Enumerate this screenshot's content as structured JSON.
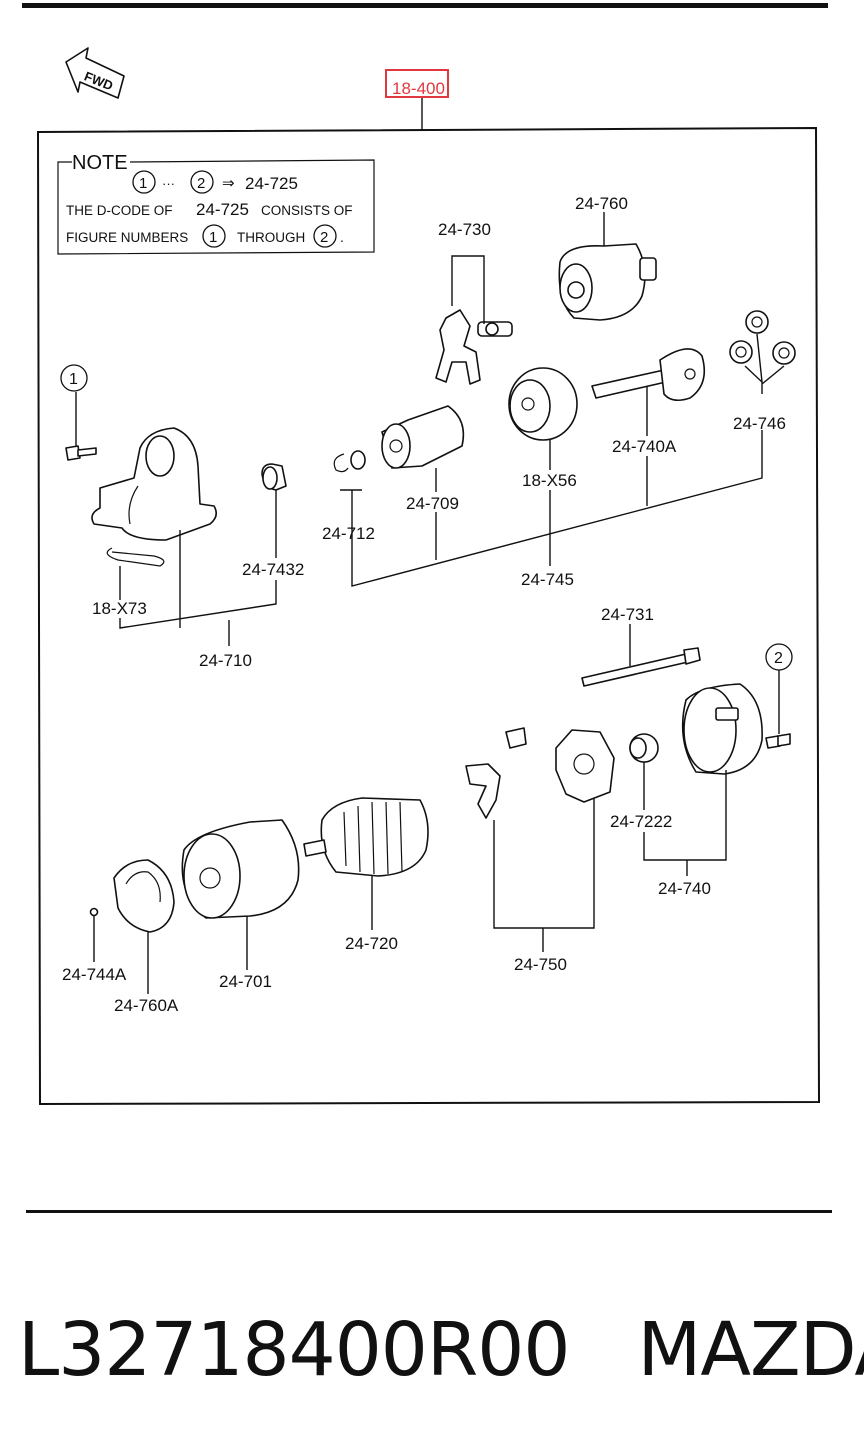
{
  "header": {
    "assembly_code": "18-400",
    "fwd_label": "FWD"
  },
  "note": {
    "title": "NOTE",
    "line1_dots": "···",
    "line1_arrow": "⇒",
    "line1_code": "24-725",
    "line2_a": "THE D-CODE OF",
    "line2_code": "24-725",
    "line2_b": "CONSISTS OF",
    "line3_a": "FIGURE NUMBERS",
    "line3_b": "THROUGH",
    "circle_1": "1",
    "circle_2": "2"
  },
  "callouts": {
    "c_24_760": "24-760",
    "c_24_730": "24-730",
    "c_24_746": "24-746",
    "c_24_740A": "24-740A",
    "c_18_X56": "18-X56",
    "c_24_709": "24-709",
    "c_24_712": "24-712",
    "c_24_745": "24-745",
    "c_24_7432": "24-7432",
    "c_18_X73": "18-X73",
    "c_24_710": "24-710",
    "c_24_731": "24-731",
    "c_24_7222": "24-7222",
    "c_24_740": "24-740",
    "c_24_750": "24-750",
    "c_24_720": "24-720",
    "c_24_701": "24-701",
    "c_24_744A": "24-744A",
    "c_24_760A": "24-760A",
    "ref_1": "1",
    "ref_2": "2"
  },
  "footer": {
    "part_number": "L32718400R00",
    "brand": "MAZDA"
  },
  "colors": {
    "highlight": "#e0383e",
    "ink": "#111111"
  }
}
